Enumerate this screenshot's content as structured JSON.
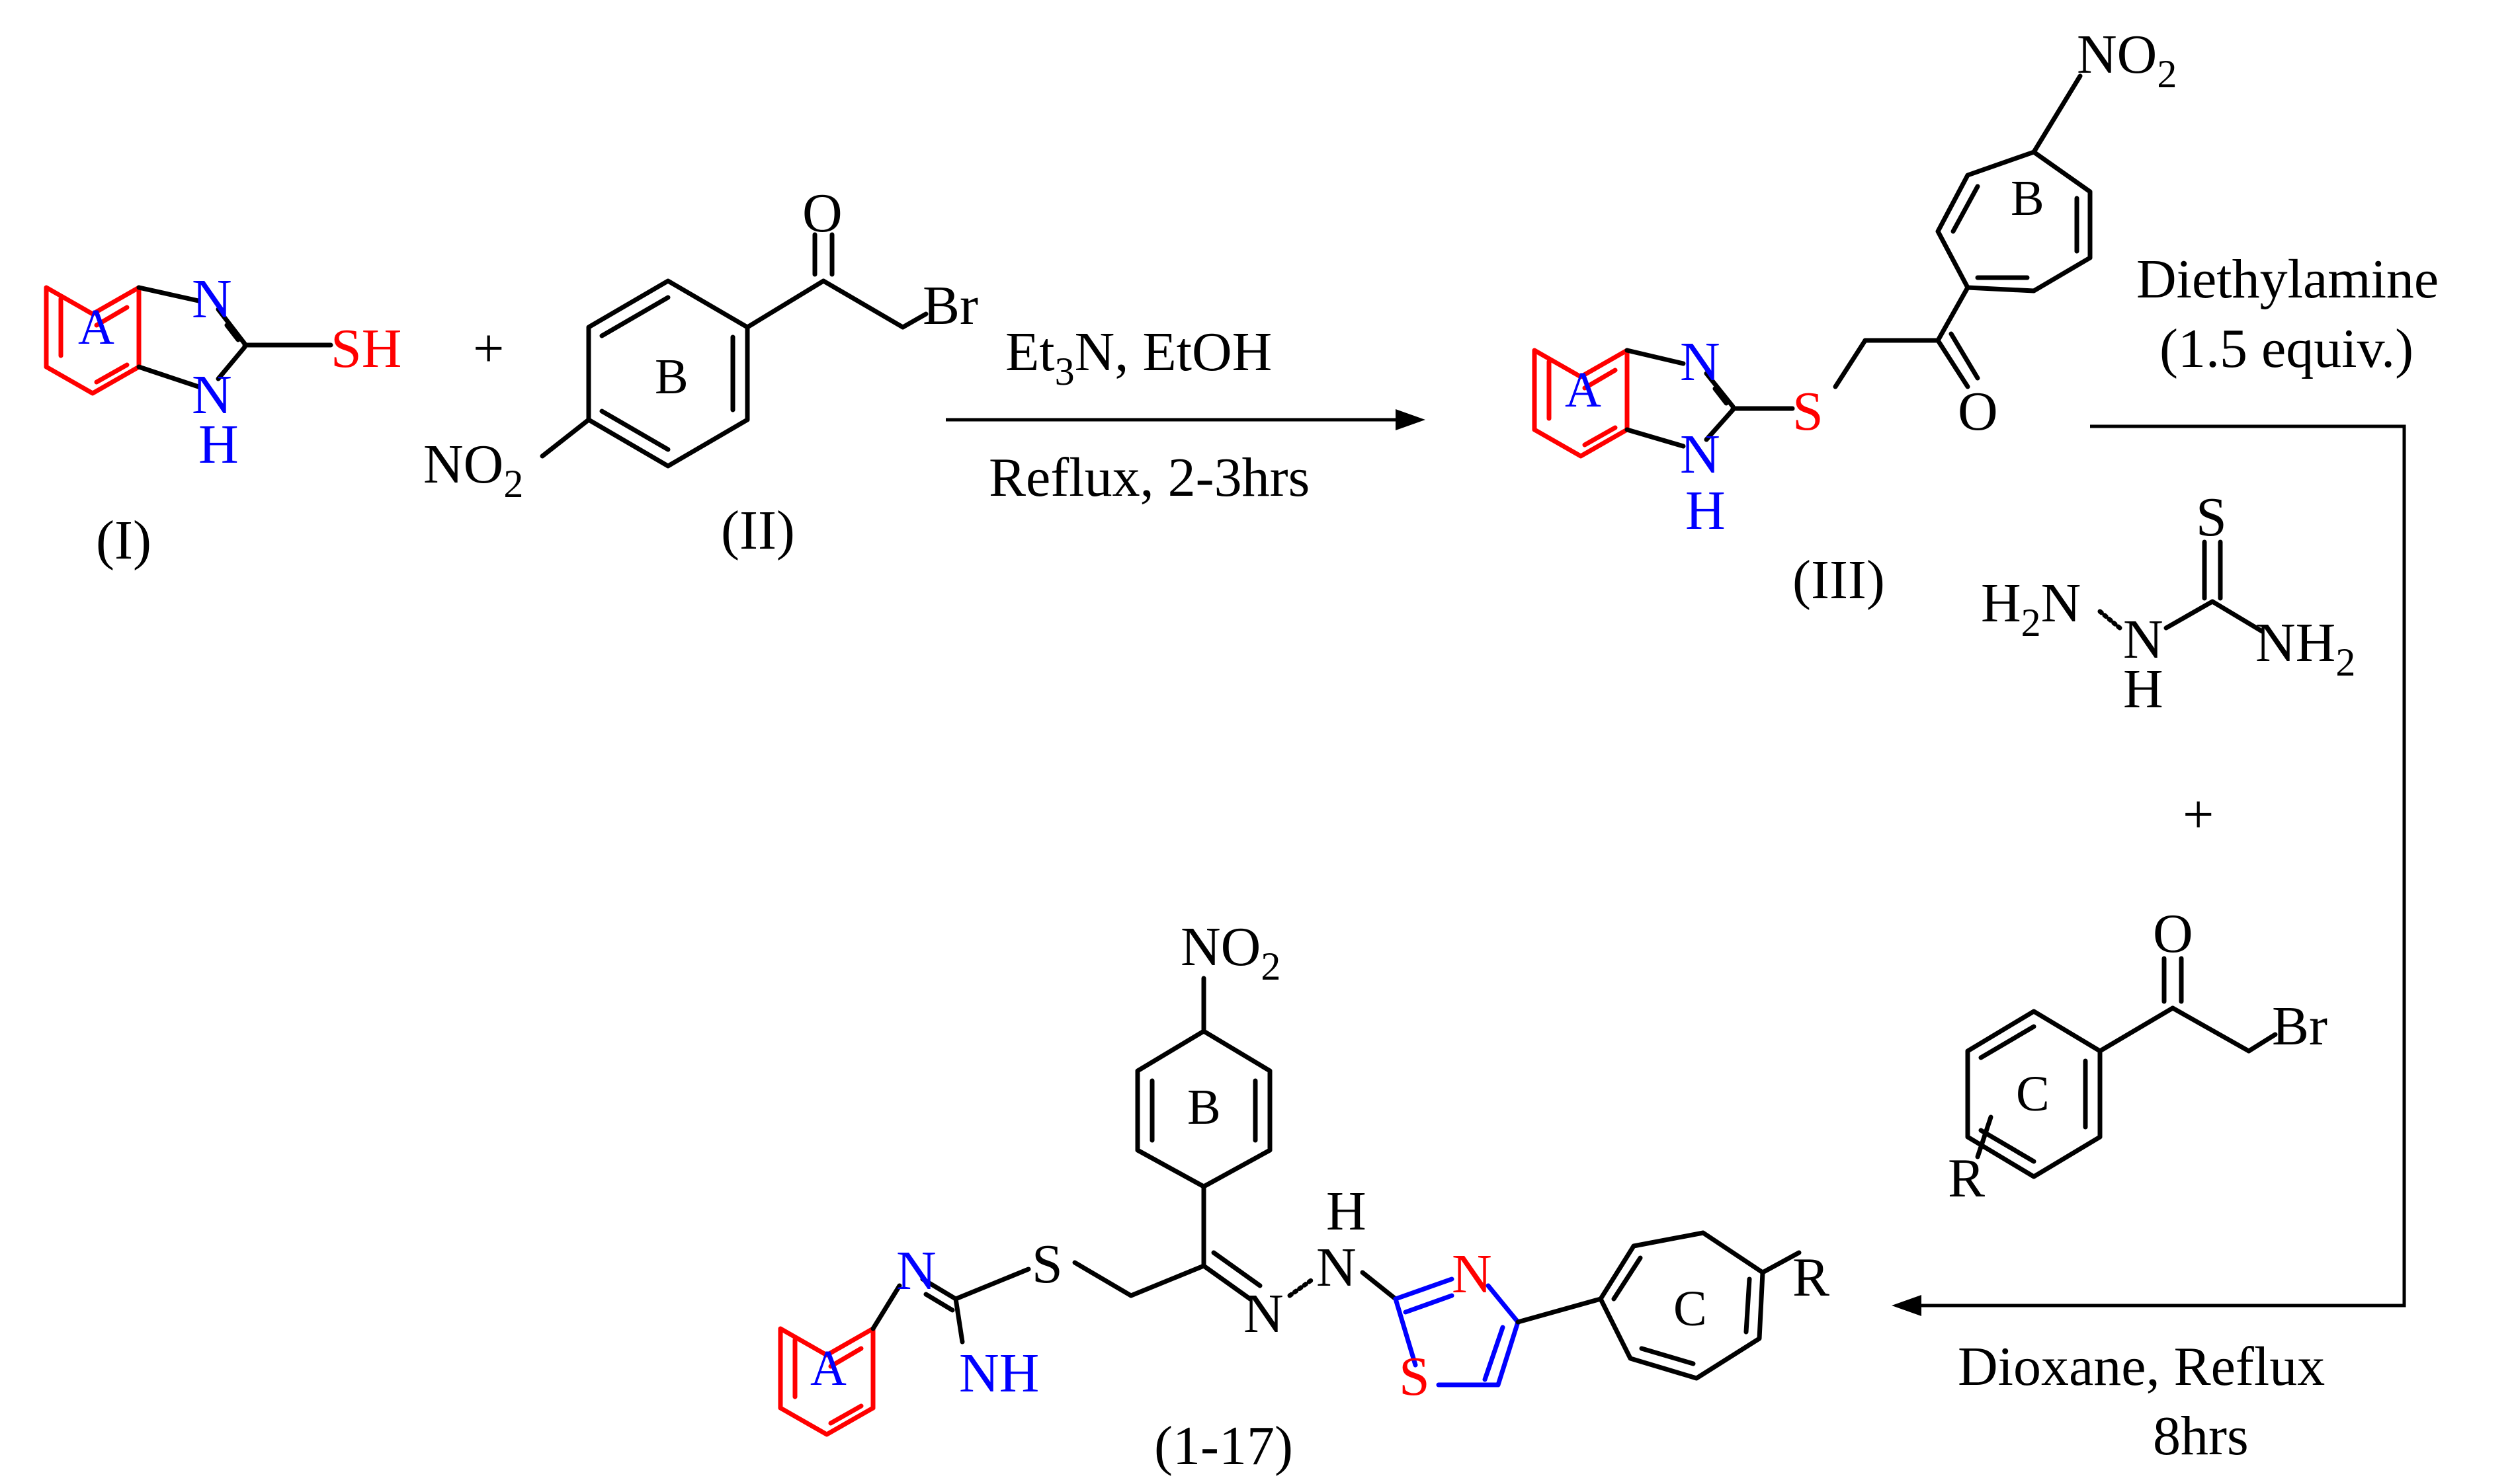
{
  "colors": {
    "black": "#000000",
    "red": "#ff0000",
    "blue": "#0000ff"
  },
  "compound_I": {
    "ring": "A",
    "n_top": "N",
    "n_bottom": "N",
    "h": "H",
    "sh": "SH",
    "label": "(I)"
  },
  "plus_1": "+",
  "compound_II": {
    "ring": "B",
    "o": "O",
    "br": "Br",
    "no2_main": "NO",
    "no2_sub": "2",
    "label": "(II)"
  },
  "step1": {
    "reagent_main": "Et",
    "reagent_sub": "3",
    "reagent_rest": "N, EtOH",
    "condition": "Reflux, 2-3hrs"
  },
  "compound_III": {
    "ring_a": "A",
    "ring_b": "B",
    "n_top": "N",
    "n_bottom": "N",
    "h": "H",
    "s": "S",
    "o": "O",
    "no2_main": "NO",
    "no2_sub": "2",
    "label": "(III)"
  },
  "step2": {
    "base_line1": "Diethylamine",
    "base_line2": "(1.5 equiv.)",
    "thiosemicarbazide": {
      "h2n_main": "H",
      "h2n_sub": "2",
      "h2n_rest": "N",
      "nh_n": "N",
      "nh_h": "H",
      "s": "S",
      "nh2_main": "NH",
      "nh2_sub": "2"
    },
    "plus": "+",
    "bromoketone": {
      "ring": "C",
      "o": "O",
      "br": "Br",
      "r": "R"
    },
    "condition_line1": "Dioxane, Reflux",
    "condition_line2": "8hrs"
  },
  "product": {
    "ring_a": "A",
    "ring_b": "B",
    "ring_c": "C",
    "no2_main": "NO",
    "no2_sub": "2",
    "s_link": "S",
    "imid_n": "N",
    "imid_nh": "NH",
    "hydrazone_n": "N",
    "hydrazone_nh_n": "N",
    "hydrazone_nh_h": "H",
    "thiazole_n": "N",
    "thiazole_s": "S",
    "r": "R",
    "label": "(1-17)"
  }
}
